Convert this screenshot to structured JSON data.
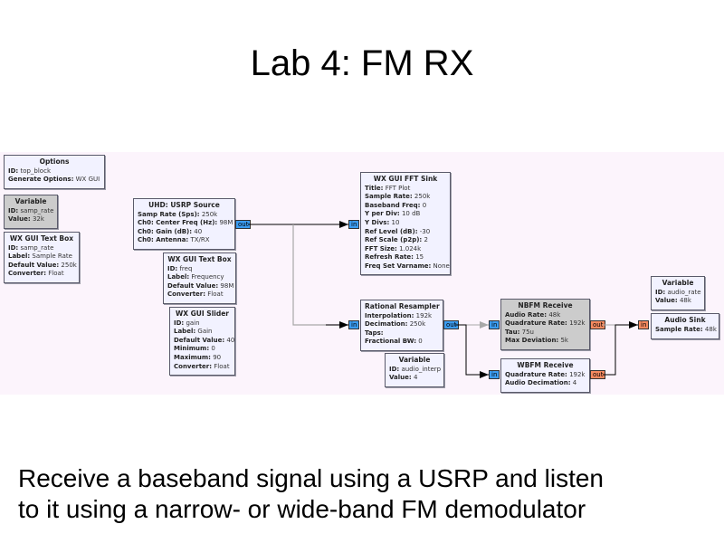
{
  "slide": {
    "title": "Lab 4: FM RX",
    "caption_line1": "Receive a baseband signal using a USRP and listen",
    "caption_line2": "to it using a narrow- or wide-band FM demodulator"
  },
  "colors": {
    "canvas_bg": "#fcf4fc",
    "block_bg": "#f2f2ff",
    "disabled_block_bg": "#cccccc",
    "complex_port": "#3b9cf0",
    "float_port": "#f58a60"
  },
  "blocks": {
    "options": {
      "title": "Options",
      "rows": [
        [
          "ID:",
          "top_block"
        ],
        [
          "Generate Options:",
          "WX GUI"
        ]
      ]
    },
    "var_samp_rate": {
      "title": "Variable",
      "rows": [
        [
          "ID:",
          "samp_rate"
        ],
        [
          "Value:",
          "32k"
        ]
      ]
    },
    "textbox_samp_rate": {
      "title": "WX GUI Text Box",
      "rows": [
        [
          "ID:",
          "samp_rate"
        ],
        [
          "Label:",
          "Sample Rate"
        ],
        [
          "Default Value:",
          "250k"
        ],
        [
          "Converter:",
          "Float"
        ]
      ]
    },
    "usrp_source": {
      "title": "UHD: USRP Source",
      "rows": [
        [
          "Samp Rate (Sps):",
          "250k"
        ],
        [
          "Ch0: Center Freq (Hz):",
          "98M"
        ],
        [
          "Ch0: Gain (dB):",
          "40"
        ],
        [
          "Ch0: Antenna:",
          "TX/RX"
        ]
      ],
      "out_port": "out"
    },
    "textbox_freq": {
      "title": "WX GUI Text Box",
      "rows": [
        [
          "ID:",
          "freq"
        ],
        [
          "Label:",
          "Frequency"
        ],
        [
          "Default Value:",
          "98M"
        ],
        [
          "Converter:",
          "Float"
        ]
      ]
    },
    "slider_gain": {
      "title": "WX GUI Slider",
      "rows": [
        [
          "ID:",
          "gain"
        ],
        [
          "Label:",
          "Gain"
        ],
        [
          "Default Value:",
          "40"
        ],
        [
          "Minimum:",
          "0"
        ],
        [
          "Maximum:",
          "90"
        ],
        [
          "Converter:",
          "Float"
        ]
      ]
    },
    "fft_sink": {
      "title": "WX GUI FFT Sink",
      "rows": [
        [
          "Title:",
          "FFT Plot"
        ],
        [
          "Sample Rate:",
          "250k"
        ],
        [
          "Baseband Freq:",
          "0"
        ],
        [
          "Y per Div:",
          "10 dB"
        ],
        [
          "Y Divs:",
          "10"
        ],
        [
          "Ref Level (dB):",
          "-30"
        ],
        [
          "Ref Scale (p2p):",
          "2"
        ],
        [
          "FFT Size:",
          "1.024k"
        ],
        [
          "Refresh Rate:",
          "15"
        ],
        [
          "Freq Set Varname:",
          "None"
        ]
      ],
      "in_port": "in"
    },
    "resampler": {
      "title": "Rational Resampler",
      "rows": [
        [
          "Interpolation:",
          "192k"
        ],
        [
          "Decimation:",
          "250k"
        ],
        [
          "Taps:",
          ""
        ],
        [
          "Fractional BW:",
          "0"
        ]
      ],
      "in_port": "in",
      "out_port": "out"
    },
    "var_audio_interp": {
      "title": "Variable",
      "rows": [
        [
          "ID:",
          "audio_interp"
        ],
        [
          "Value:",
          "4"
        ]
      ]
    },
    "nbfm": {
      "title": "NBFM Receive",
      "rows": [
        [
          "Audio Rate:",
          "48k"
        ],
        [
          "Quadrature Rate:",
          "192k"
        ],
        [
          "Tau:",
          "75u"
        ],
        [
          "Max Deviation:",
          "5k"
        ]
      ],
      "in_port": "in",
      "out_port": "out"
    },
    "wbfm": {
      "title": "WBFM Receive",
      "rows": [
        [
          "Quadrature Rate:",
          "192k"
        ],
        [
          "Audio Decimation:",
          "4"
        ]
      ],
      "in_port": "in",
      "out_port": "out"
    },
    "var_audio_rate": {
      "title": "Variable",
      "rows": [
        [
          "ID:",
          "audio_rate"
        ],
        [
          "Value:",
          "48k"
        ]
      ]
    },
    "audio_sink": {
      "title": "Audio Sink",
      "rows": [
        [
          "Sample Rate:",
          "48k"
        ]
      ],
      "in_port": "in"
    }
  }
}
